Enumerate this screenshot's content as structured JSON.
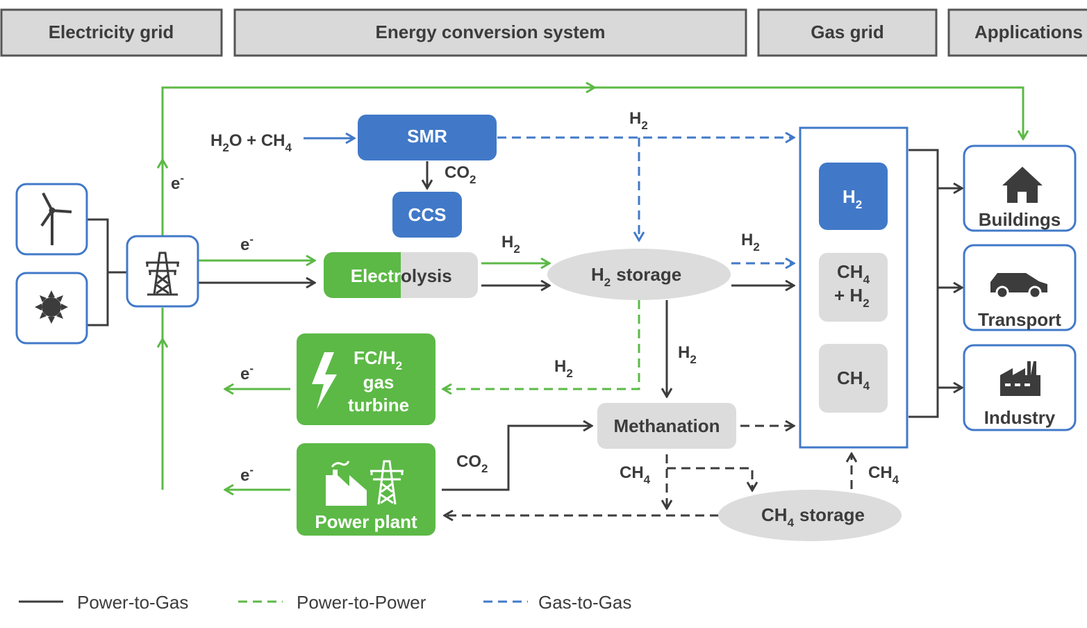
{
  "headers": {
    "electricity_grid": "Electricity grid",
    "energy_conversion": "Energy conversion system",
    "gas_grid": "Gas grid",
    "applications": "Applications"
  },
  "nodes": {
    "smr": "SMR",
    "ccs": "CCS",
    "electrolysis_a": "Electr",
    "electrolysis_b": "olysis",
    "h2_storage": "storage",
    "fc_line1_main": "FC/H",
    "fc_line2": "gas",
    "fc_line3": "turbine",
    "power_plant": "Power plant",
    "methanation": "Methanation",
    "ch4_storage": "storage",
    "buildings": "Buildings",
    "transport": "Transport",
    "industry": "Industry"
  },
  "formula": {
    "H": "H",
    "CH": "CH",
    "CO": "CO",
    "O": "O",
    "two": "2",
    "four": "4",
    "plus": "+",
    "e": "e",
    "minus": "-",
    "plus_h": "+ H",
    "input": "O + CH"
  },
  "legend": {
    "power_to_gas": "Power-to-Gas",
    "power_to_power": "Power-to-Power",
    "gas_to_gas": "Gas-to-Gas"
  },
  "colors": {
    "green": "#5cb946",
    "blue": "#4179c8",
    "dark": "#3c3c3c",
    "gray_fill": "#dcdcdc",
    "header_fill": "#d9d9d9"
  }
}
